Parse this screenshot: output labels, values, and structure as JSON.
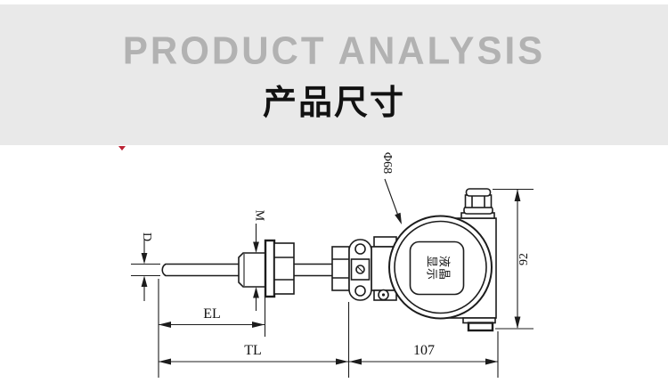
{
  "header": {
    "title_en": "PRODUCT ANALYSIS",
    "title_zh": "产品尺寸"
  },
  "colors": {
    "header_bg": "#e9e9e9",
    "title_en_color": "#b2b2b2",
    "title_zh_color": "#111111",
    "line_color": "#1c1c1c",
    "artifact_red": "#bb2233"
  },
  "drawing": {
    "type": "technical-dimension-drawing",
    "subject": "temperature transmitter with LCD display head, probe, thread fitting and mounting bracket",
    "labels": {
      "probe_diameter": "D",
      "thread_size": "M",
      "insertion_length": "EL",
      "total_length": "TL",
      "head_length": "107",
      "head_height": "92",
      "head_diameter": "Φ68",
      "display_line1": "液晶",
      "display_line2": "显示"
    }
  }
}
